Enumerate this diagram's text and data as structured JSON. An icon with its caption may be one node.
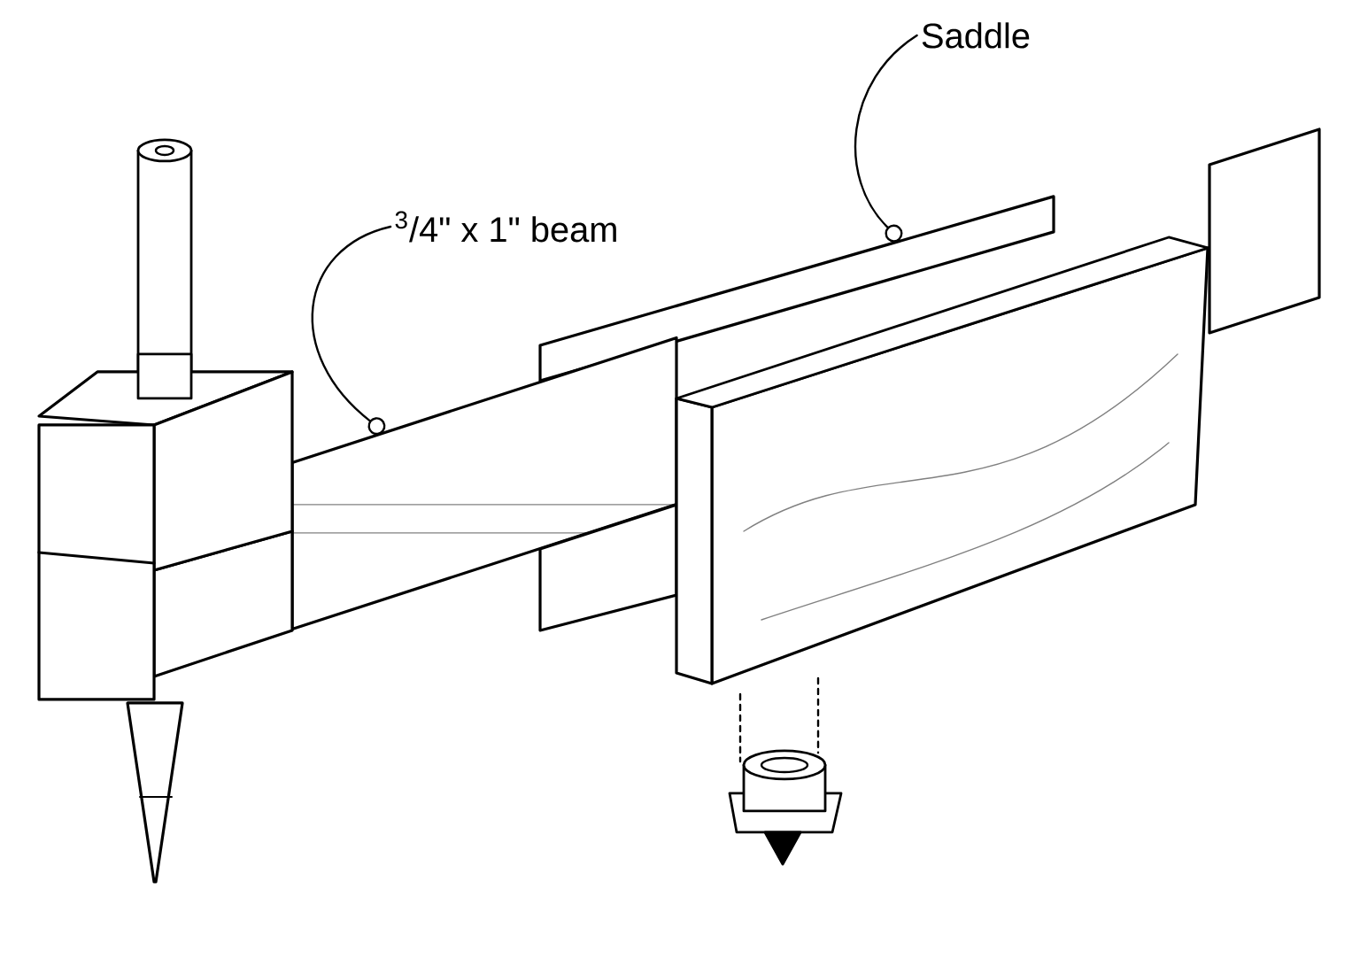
{
  "diagram": {
    "nodes": [
      {
        "text": [
          "$^{3}$/4\" x 1\" beam"
        ]
      },
      {
        "text": [],
        "shape": "bar"
      },
      {
        "text": [
          "Saddle"
        ]
      },
      {
        "text": [],
        "shape": "box"
      }
    ],
    "edges": [
      {
        "from": 0,
        "to": 1,
        "arrow": "other"
      },
      {
        "from": 2,
        "to": 3,
        "arrow": "other"
      }
    ]
  }
}
